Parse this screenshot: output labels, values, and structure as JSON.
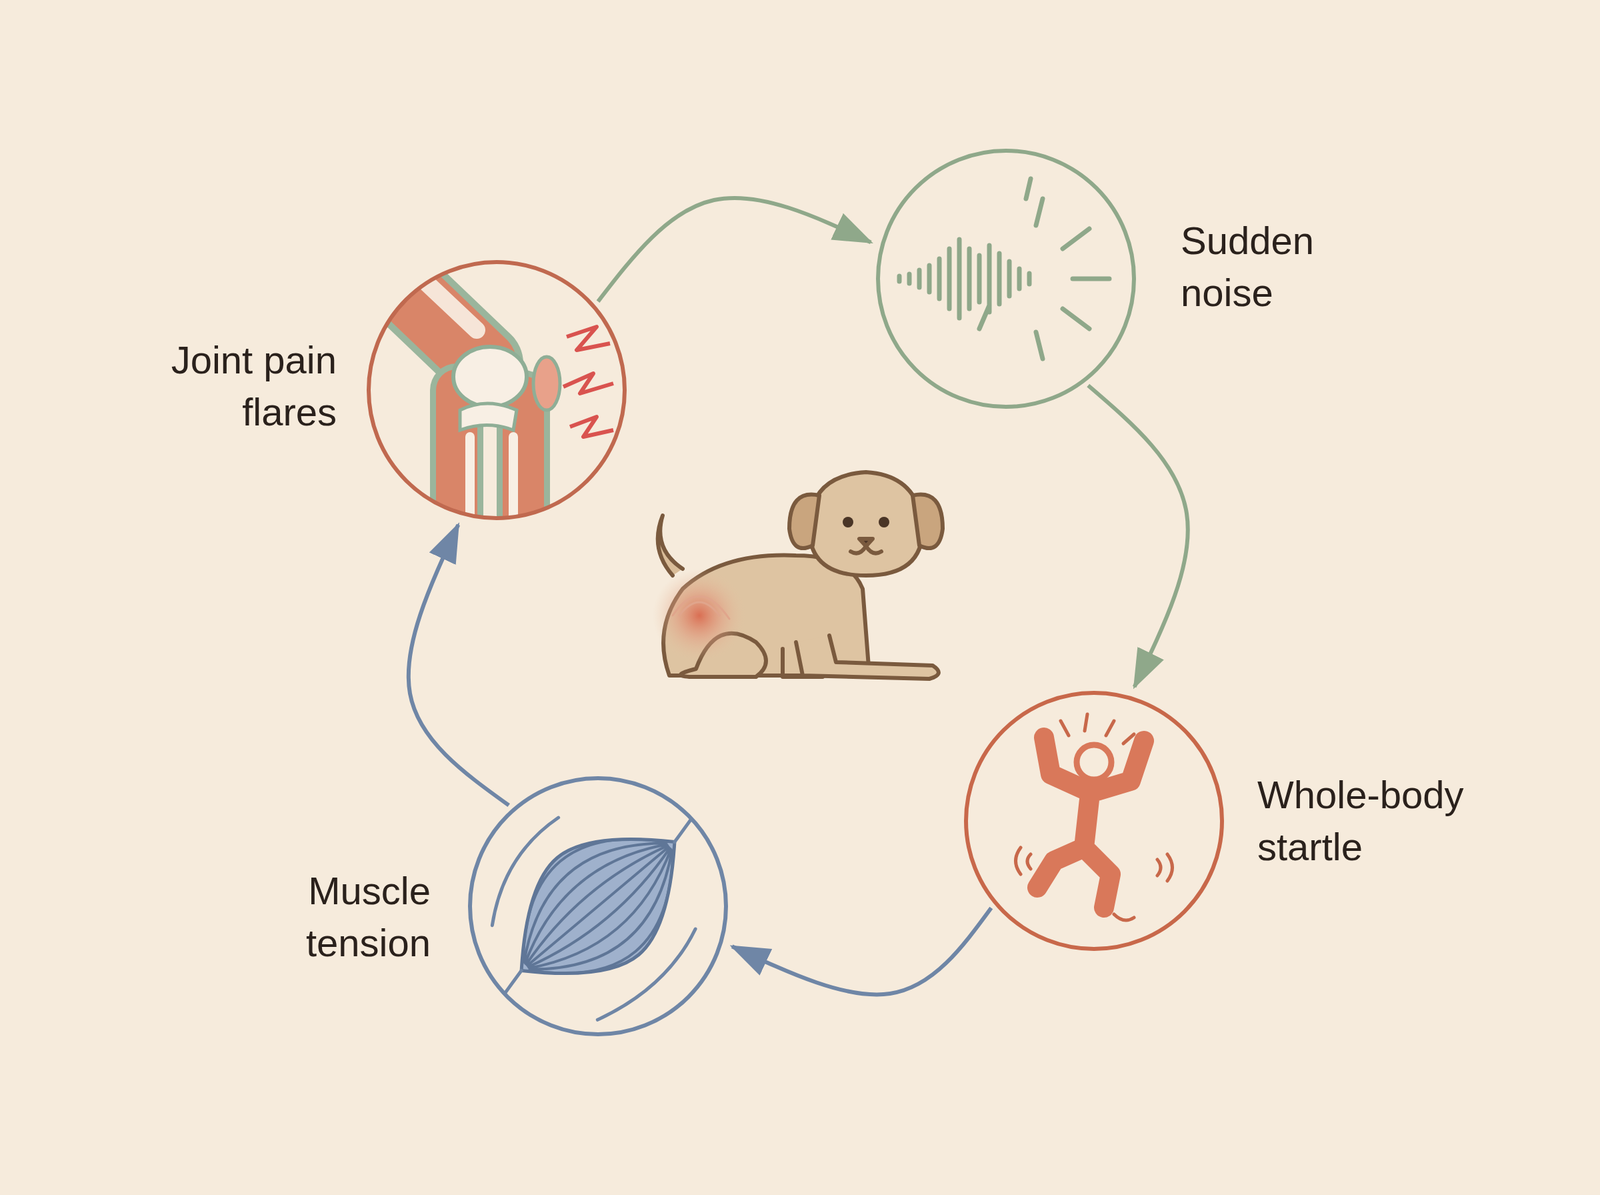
{
  "diagram": {
    "nodes": [
      {
        "text": [
          "Joint pain flares"
        ]
      },
      {
        "text": [
          "Sudden noise"
        ]
      },
      {
        "text": [
          "Whole-body startle"
        ]
      },
      {
        "text": [
          "Muscle tension"
        ]
      }
    ],
    "edges": [
      {
        "from": 0,
        "to": 1,
        "arrow": "to"
      },
      {
        "from": 1,
        "to": 2,
        "arrow": "to"
      },
      {
        "from": 2,
        "to": 3,
        "arrow": "to"
      },
      {
        "from": 3,
        "to": 0,
        "arrow": "to"
      }
    ]
  }
}
